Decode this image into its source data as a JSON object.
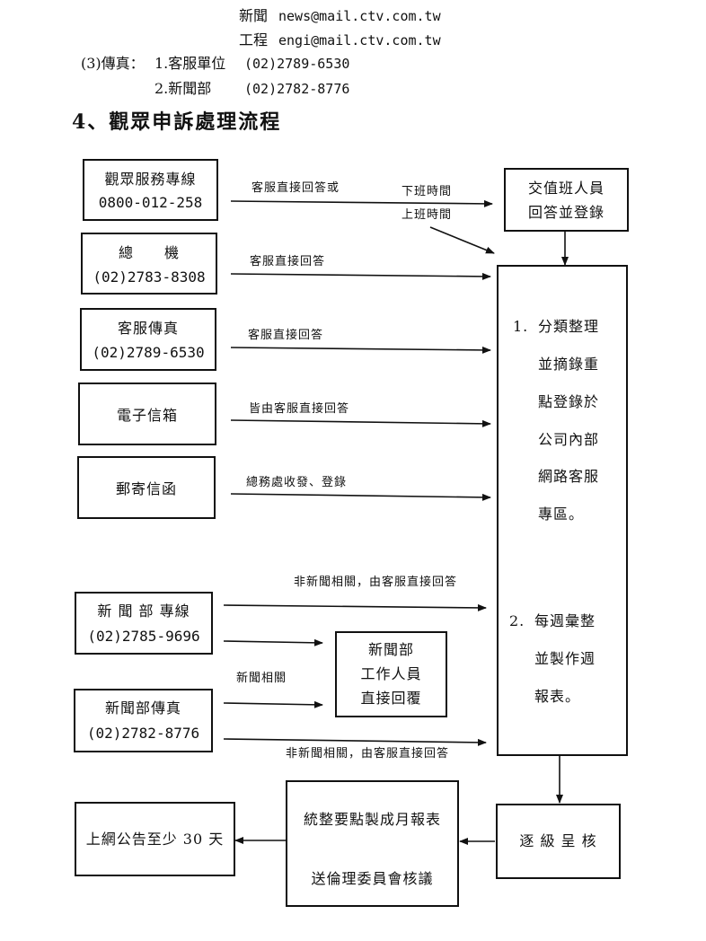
{
  "contact": {
    "news_label": "新聞",
    "news_email": "news@mail.ctv.com.tw",
    "eng_label": "工程",
    "eng_email": "engi@mail.ctv.com.tw",
    "fax_heading": "(3)傳真：",
    "fax1_label": "1.客服單位",
    "fax1_number": "(02)2789-6530",
    "fax2_label": "2.新聞部",
    "fax2_number": "(02)2782-8776"
  },
  "section_title": "4、觀眾申訴處理流程",
  "sources": {
    "hotline": {
      "name": "觀眾服務專線",
      "number": "0800-012-258"
    },
    "switchboard": {
      "name": "總　　機",
      "number": "(02)2783-8308"
    },
    "cs_fax": {
      "name": "客服傳真",
      "number": "(02)2789-6530"
    },
    "email": {
      "name": "電子信箱"
    },
    "mail": {
      "name": "郵寄信函"
    },
    "news_line": {
      "name": "新 聞 部 專線",
      "number": "(02)2785-9696"
    },
    "news_fax": {
      "name": "新聞部傳真",
      "number": "(02)2782-8776"
    }
  },
  "arrow_labels": {
    "hotline_cs": "客服直接回答或",
    "offhours": "下班時間",
    "onhours": "上班時間",
    "switchboard": "客服直接回答",
    "cs_fax": "客服直接回答",
    "email": "皆由客服直接回答",
    "mail": "總務處收發、登錄",
    "non_news_top": "非新聞相關，由客服直接回答",
    "news_related": "新聞相關",
    "non_news_bottom": "非新聞相關，由客服直接回答"
  },
  "duty": {
    "line1": "交值班人員",
    "line2": "回答並登錄"
  },
  "processing": {
    "item1_num": "1.",
    "item1_lines": [
      "分類整理",
      "並摘錄重",
      "點登錄於",
      "公司內部",
      "網路客服",
      "專區。"
    ],
    "item2_num": "2.",
    "item2_lines": [
      "每週彙整",
      "並製作週",
      "報表。"
    ]
  },
  "news_staff": {
    "line1": "新聞部",
    "line2": "工作人員",
    "line3": "直接回覆"
  },
  "report_up": "逐 級 呈 核",
  "monthly": {
    "line1": "統整要點製成月報表",
    "line2": "送倫理委員會核議"
  },
  "publish": "上網公告至少 30 天"
}
